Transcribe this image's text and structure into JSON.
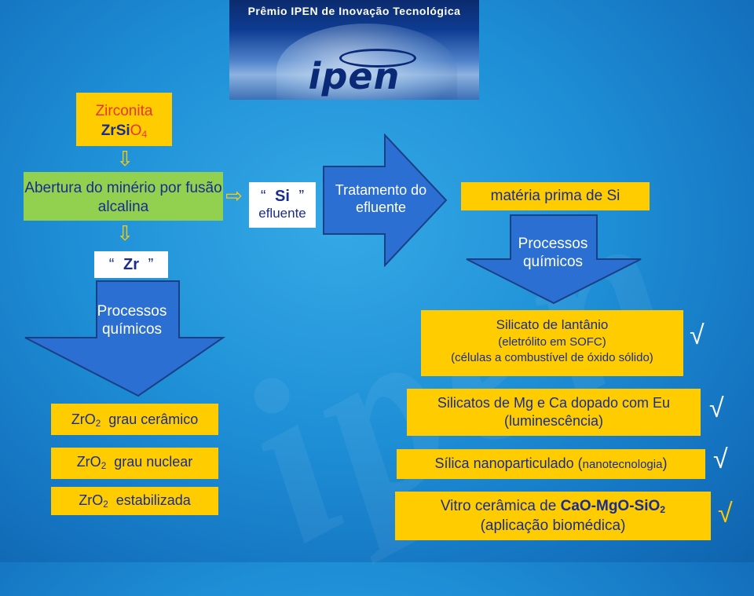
{
  "banner": {
    "title": "Prêmio IPEN de Inovação Tecnológica",
    "logo": "ipen"
  },
  "zirconita": {
    "line1": "Zirconita",
    "formula_prefix": "ZrSi",
    "formula_o": "O",
    "formula_sub": "4"
  },
  "abertura": {
    "text": "Abertura do minério por fusão alcalina"
  },
  "si_label": {
    "open_quote": "“",
    "element": "Si",
    "close_quote": "”",
    "sub": "efluente"
  },
  "tratamento": {
    "line1": "Tratamento do",
    "line2": "efluente"
  },
  "materia": {
    "text": "matéria prima de Si"
  },
  "processos_right": {
    "line1": "Processos",
    "line2": "químicos"
  },
  "zr_label": {
    "open_quote": "“",
    "element": "Zr",
    "close_quote": "”"
  },
  "processos_left": {
    "line1": "Processos",
    "line2": "químicos"
  },
  "silicato": {
    "line1": "Silicato de lantânio",
    "line2": "(eletrólito em SOFC)",
    "line3": "(células a combustível de óxido sólido)"
  },
  "zro2_items": [
    {
      "formula": "ZrO",
      "sub": "2",
      "text": "grau cerâmico"
    },
    {
      "formula": "ZrO",
      "sub": "2",
      "text": "grau nuclear"
    },
    {
      "formula": "ZrO",
      "sub": "2",
      "text": "estabilizada"
    }
  ],
  "right_items": [
    {
      "line1": "Silicatos de Mg e Ca dopado com Eu",
      "line2": "(luminescência)"
    },
    {
      "main": "Sílica nanoparticulado (",
      "small": "nanotecnologia",
      "end": ")"
    },
    {
      "line1_prefix": "Vitro cerâmica de  ",
      "line1_bold": "CaO-MgO-SiO",
      "line1_sub": "2",
      "line2": "(aplicação biomédica)"
    }
  ],
  "check_symbol": "√",
  "arrow_down": "⇩",
  "arrow_right": "⇨",
  "colors": {
    "yellow": "#ffcc00",
    "green": "#92d050",
    "blue_shape": "#2a6fd1",
    "text_blue": "#1a2d8f",
    "text_red": "#e8352c"
  }
}
